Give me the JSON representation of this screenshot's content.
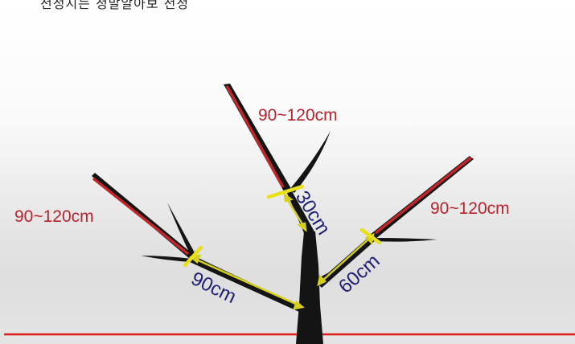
{
  "caption": "전정시는 정말알아보 전정",
  "branch_labels": {
    "center": "90~120cm",
    "left": "90~120cm",
    "right": "90~120cm"
  },
  "trunk_labels": {
    "top_segment": "30cm",
    "left_segment": "90cm",
    "right_segment": "60cm"
  },
  "colors": {
    "branch_cut": "#c0262c",
    "marker": "#e7e01a",
    "measure_arrow": "#d7cf1e",
    "ground_line": "#e01b1b",
    "tree": "#141414"
  }
}
